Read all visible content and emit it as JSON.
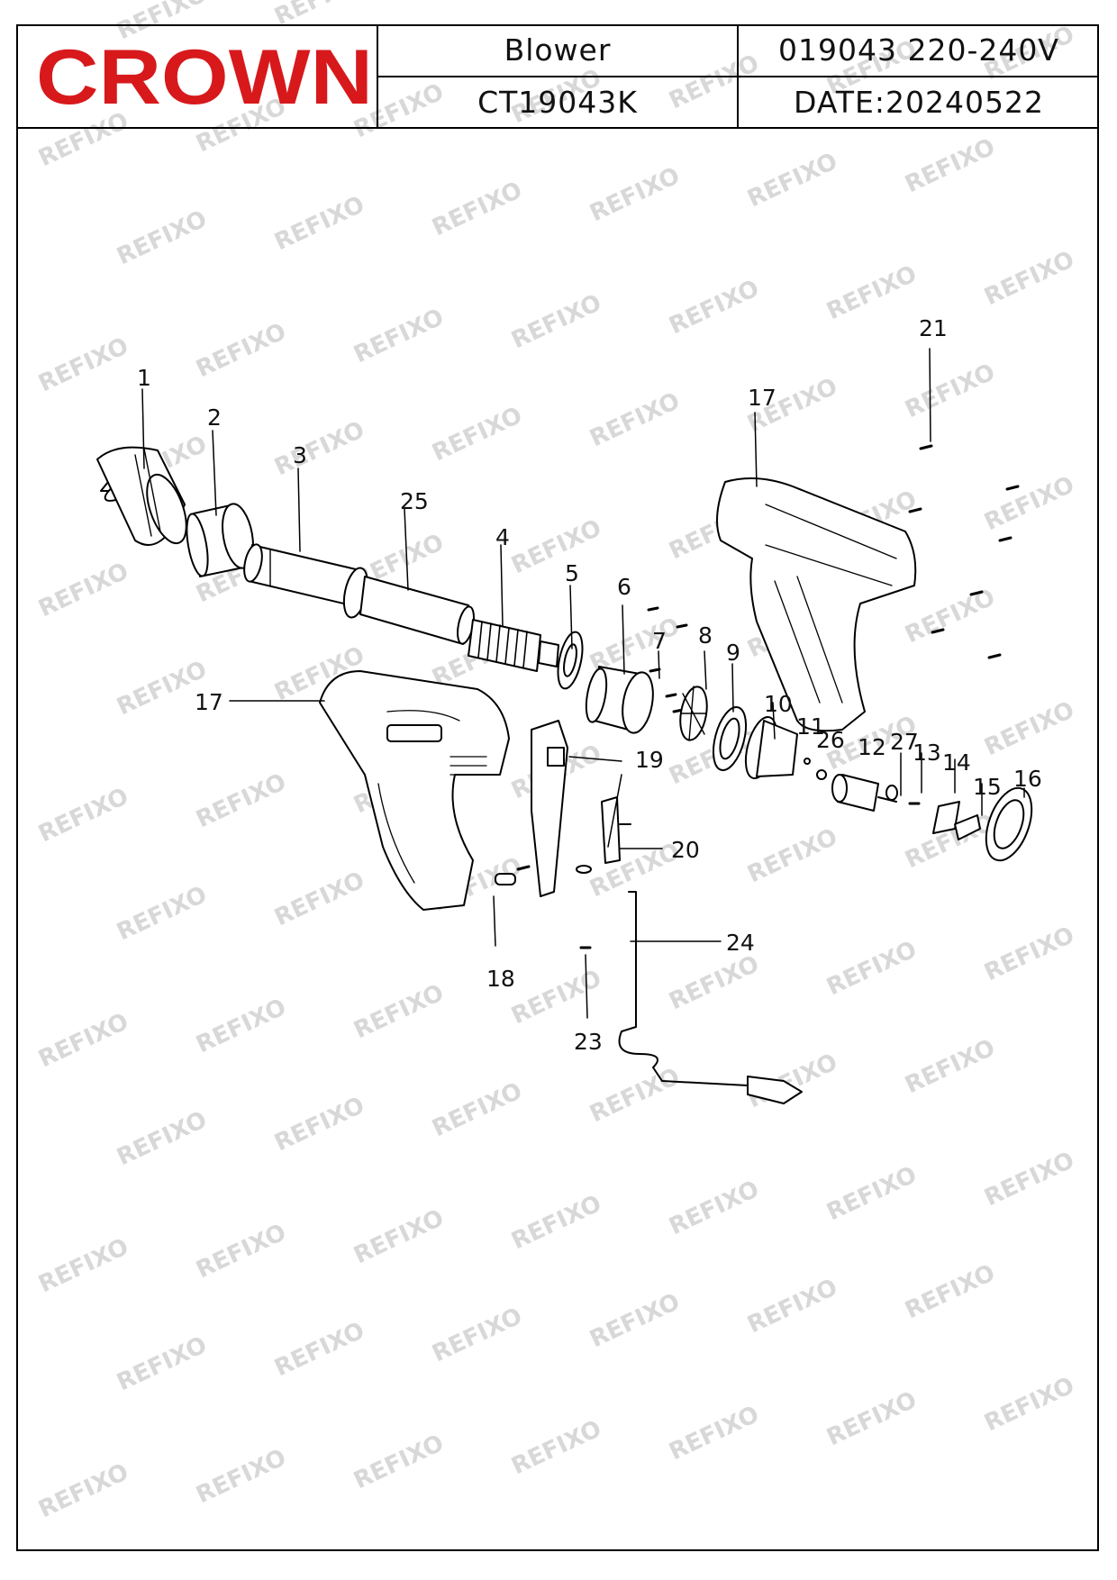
{
  "header": {
    "brand": "CROWN",
    "product_name": "Blower",
    "model": "CT19043K",
    "article_voltage": "019043  220-240V",
    "date": "DATE:20240522"
  },
  "watermark": "REFIXO",
  "colors": {
    "brand_red": "#d7191c",
    "line": "#000000",
    "watermark": "#d8d8d8"
  },
  "callouts": [
    "1",
    "2",
    "3",
    "25",
    "4",
    "5",
    "6",
    "7",
    "8",
    "9",
    "10",
    "11",
    "26",
    "12",
    "27",
    "13",
    "14",
    "15",
    "16",
    "17",
    "17",
    "18",
    "19",
    "20",
    "21",
    "23",
    "24"
  ]
}
